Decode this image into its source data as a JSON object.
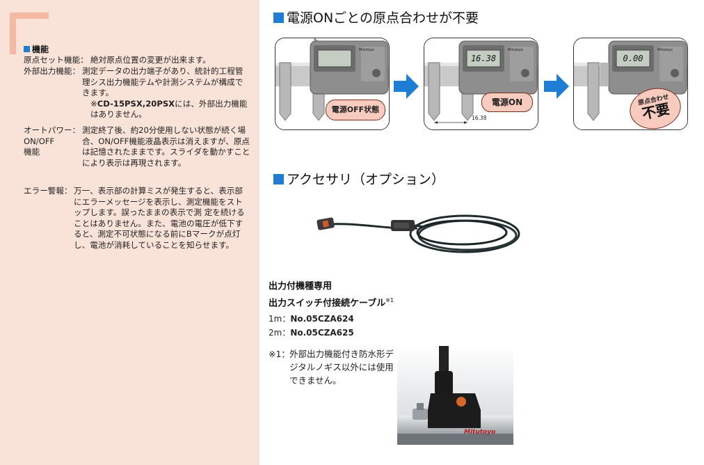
{
  "features": {
    "title": "機能",
    "items": [
      {
        "term": "原点セット機能：",
        "desc": "絶対原点位置の変更が出来ます。"
      },
      {
        "term": "外部出力機能：",
        "desc": "測定データの出力端子があり、統計的工程管理シス出力機能テムや計測システムが構成できます。",
        "note_mark": "※",
        "note_bold": "CD-15PSX,20PSX",
        "note_rest": "には、外部出力機能はありません。"
      },
      {
        "term": "オートパワー：\nON/OFF\n機能",
        "desc": "測定終了後、約20分使用しない状態が続く場合、ON/OFF機能液晶表示は消えますが、原点は記憶されたままです。スライダを動かすことにより表示は再現されます。"
      },
      {
        "term": "エラー警報：",
        "desc": "万一、表示部の計算ミスが発生すると、表示部にエラーメッセージを表示し、測定機能をストップします。誤ったままの表示で測 定を続けることはありません。また、電池の電圧が低下すると、測定不可状態になる前にBマークが点灯し、電池が消耗していることを知らせます。"
      }
    ]
  },
  "origin_section": {
    "title": "電源ONごとの原点合わせが不要",
    "panels": [
      {
        "display": "",
        "badge": "電源OFF状態",
        "brand": "Mitutoyo"
      },
      {
        "display": "16.38",
        "badge": "電源ON",
        "dimension": "16.38",
        "brand": "Mitutoyo"
      },
      {
        "display": "0.00",
        "badge_small": "原点合わせ",
        "badge_big": "不要",
        "brand": "Mitutoyo"
      }
    ]
  },
  "accessory_section": {
    "title": "アクセサリ（オプション）",
    "cable_title_1": "出力付機種専用",
    "cable_title_2": "出力スイッチ付接続ケーブル",
    "cable_title_sup": "※1",
    "models": [
      {
        "prefix": "1m：",
        "no": "No.05CZA624"
      },
      {
        "prefix": "2m：",
        "no": "No.05CZA625"
      }
    ],
    "footnote_label": "※1：",
    "footnote_text": "外部出力機能付き防水形デジタルノギス以外には使用できません。",
    "photo_brand": "Mitutoyo"
  },
  "colors": {
    "accent_blue": "#1e7ed6",
    "left_bg": "#f9e3d8",
    "badge_pink": "#f7cbbd"
  }
}
